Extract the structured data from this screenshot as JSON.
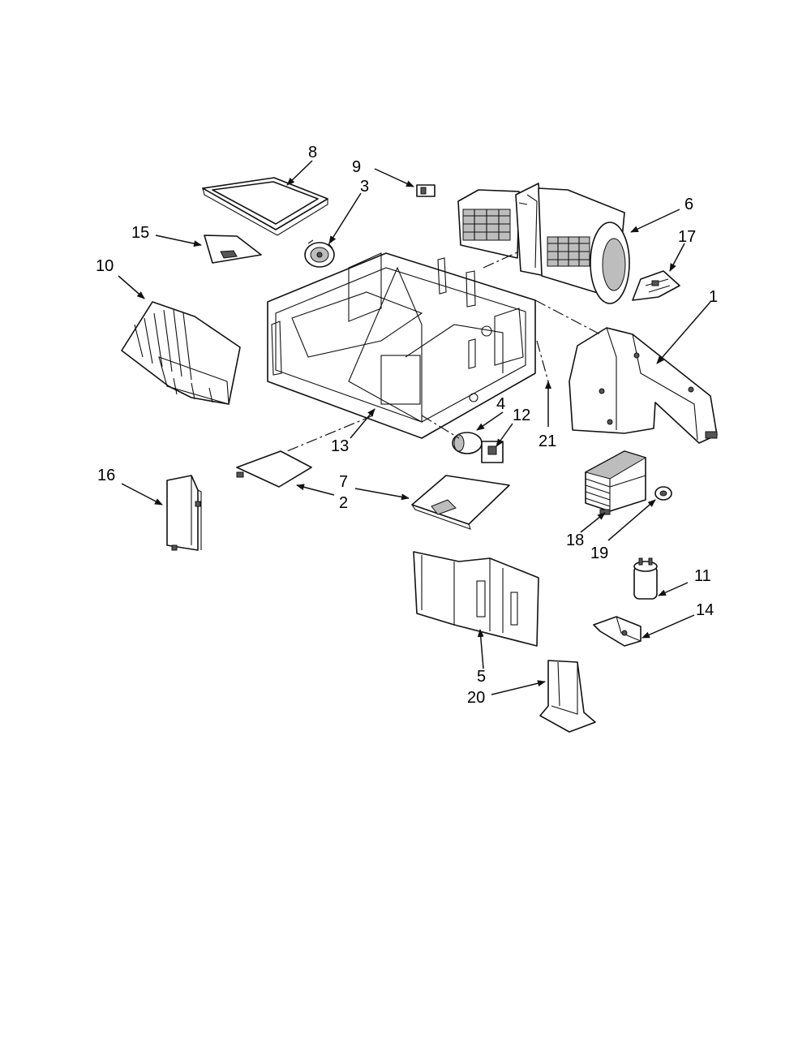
{
  "diagram": {
    "callouts": [
      {
        "id": "c1",
        "text": "1"
      },
      {
        "id": "c2",
        "text": "2"
      },
      {
        "id": "c3",
        "text": "3"
      },
      {
        "id": "c4",
        "text": "4"
      },
      {
        "id": "c5",
        "text": "5"
      },
      {
        "id": "c6",
        "text": "6"
      },
      {
        "id": "c7",
        "text": "7"
      },
      {
        "id": "c8",
        "text": "8"
      },
      {
        "id": "c9",
        "text": "9"
      },
      {
        "id": "c10",
        "text": "10"
      },
      {
        "id": "c11",
        "text": "11"
      },
      {
        "id": "c12",
        "text": "12"
      },
      {
        "id": "c13",
        "text": "13"
      },
      {
        "id": "c14",
        "text": "14"
      },
      {
        "id": "c15",
        "text": "15"
      },
      {
        "id": "c16",
        "text": "16"
      },
      {
        "id": "c17",
        "text": "17"
      },
      {
        "id": "c18",
        "text": "18"
      },
      {
        "id": "c19",
        "text": "19"
      },
      {
        "id": "c20",
        "text": "20"
      },
      {
        "id": "c21",
        "text": "21"
      }
    ]
  }
}
